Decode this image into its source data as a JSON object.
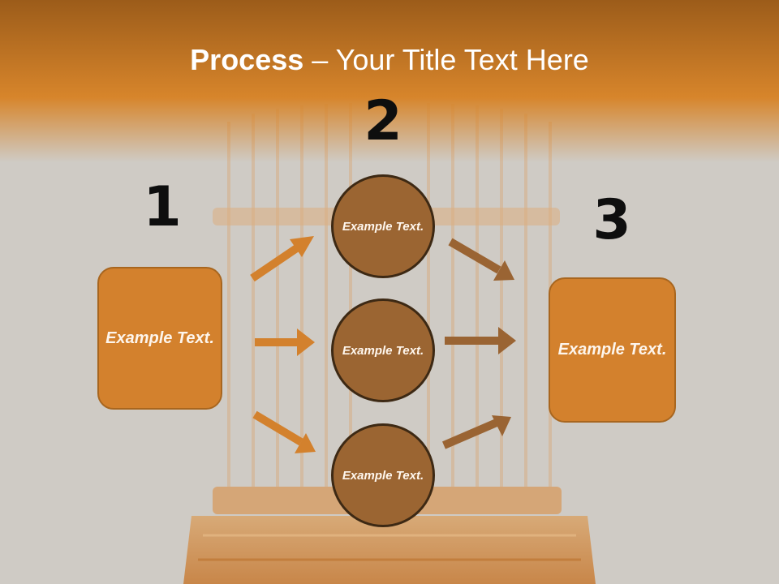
{
  "title": {
    "bold": "Process",
    "rest": " – Your Title Text Here"
  },
  "steps": [
    {
      "number": "1"
    },
    {
      "number": "2"
    },
    {
      "number": "3"
    }
  ],
  "left_box": {
    "text": "Example Text."
  },
  "circles": [
    {
      "text": "Example Text."
    },
    {
      "text": "Example Text."
    },
    {
      "text": "Example Text."
    }
  ],
  "right_box": {
    "text": "Example Text."
  },
  "colors": {
    "header": "#b86c20",
    "box_fill": "#d3812d",
    "circle_fill": "#9b6532",
    "arrow_light": "#d3812d",
    "arrow_dark": "#9a6433"
  }
}
